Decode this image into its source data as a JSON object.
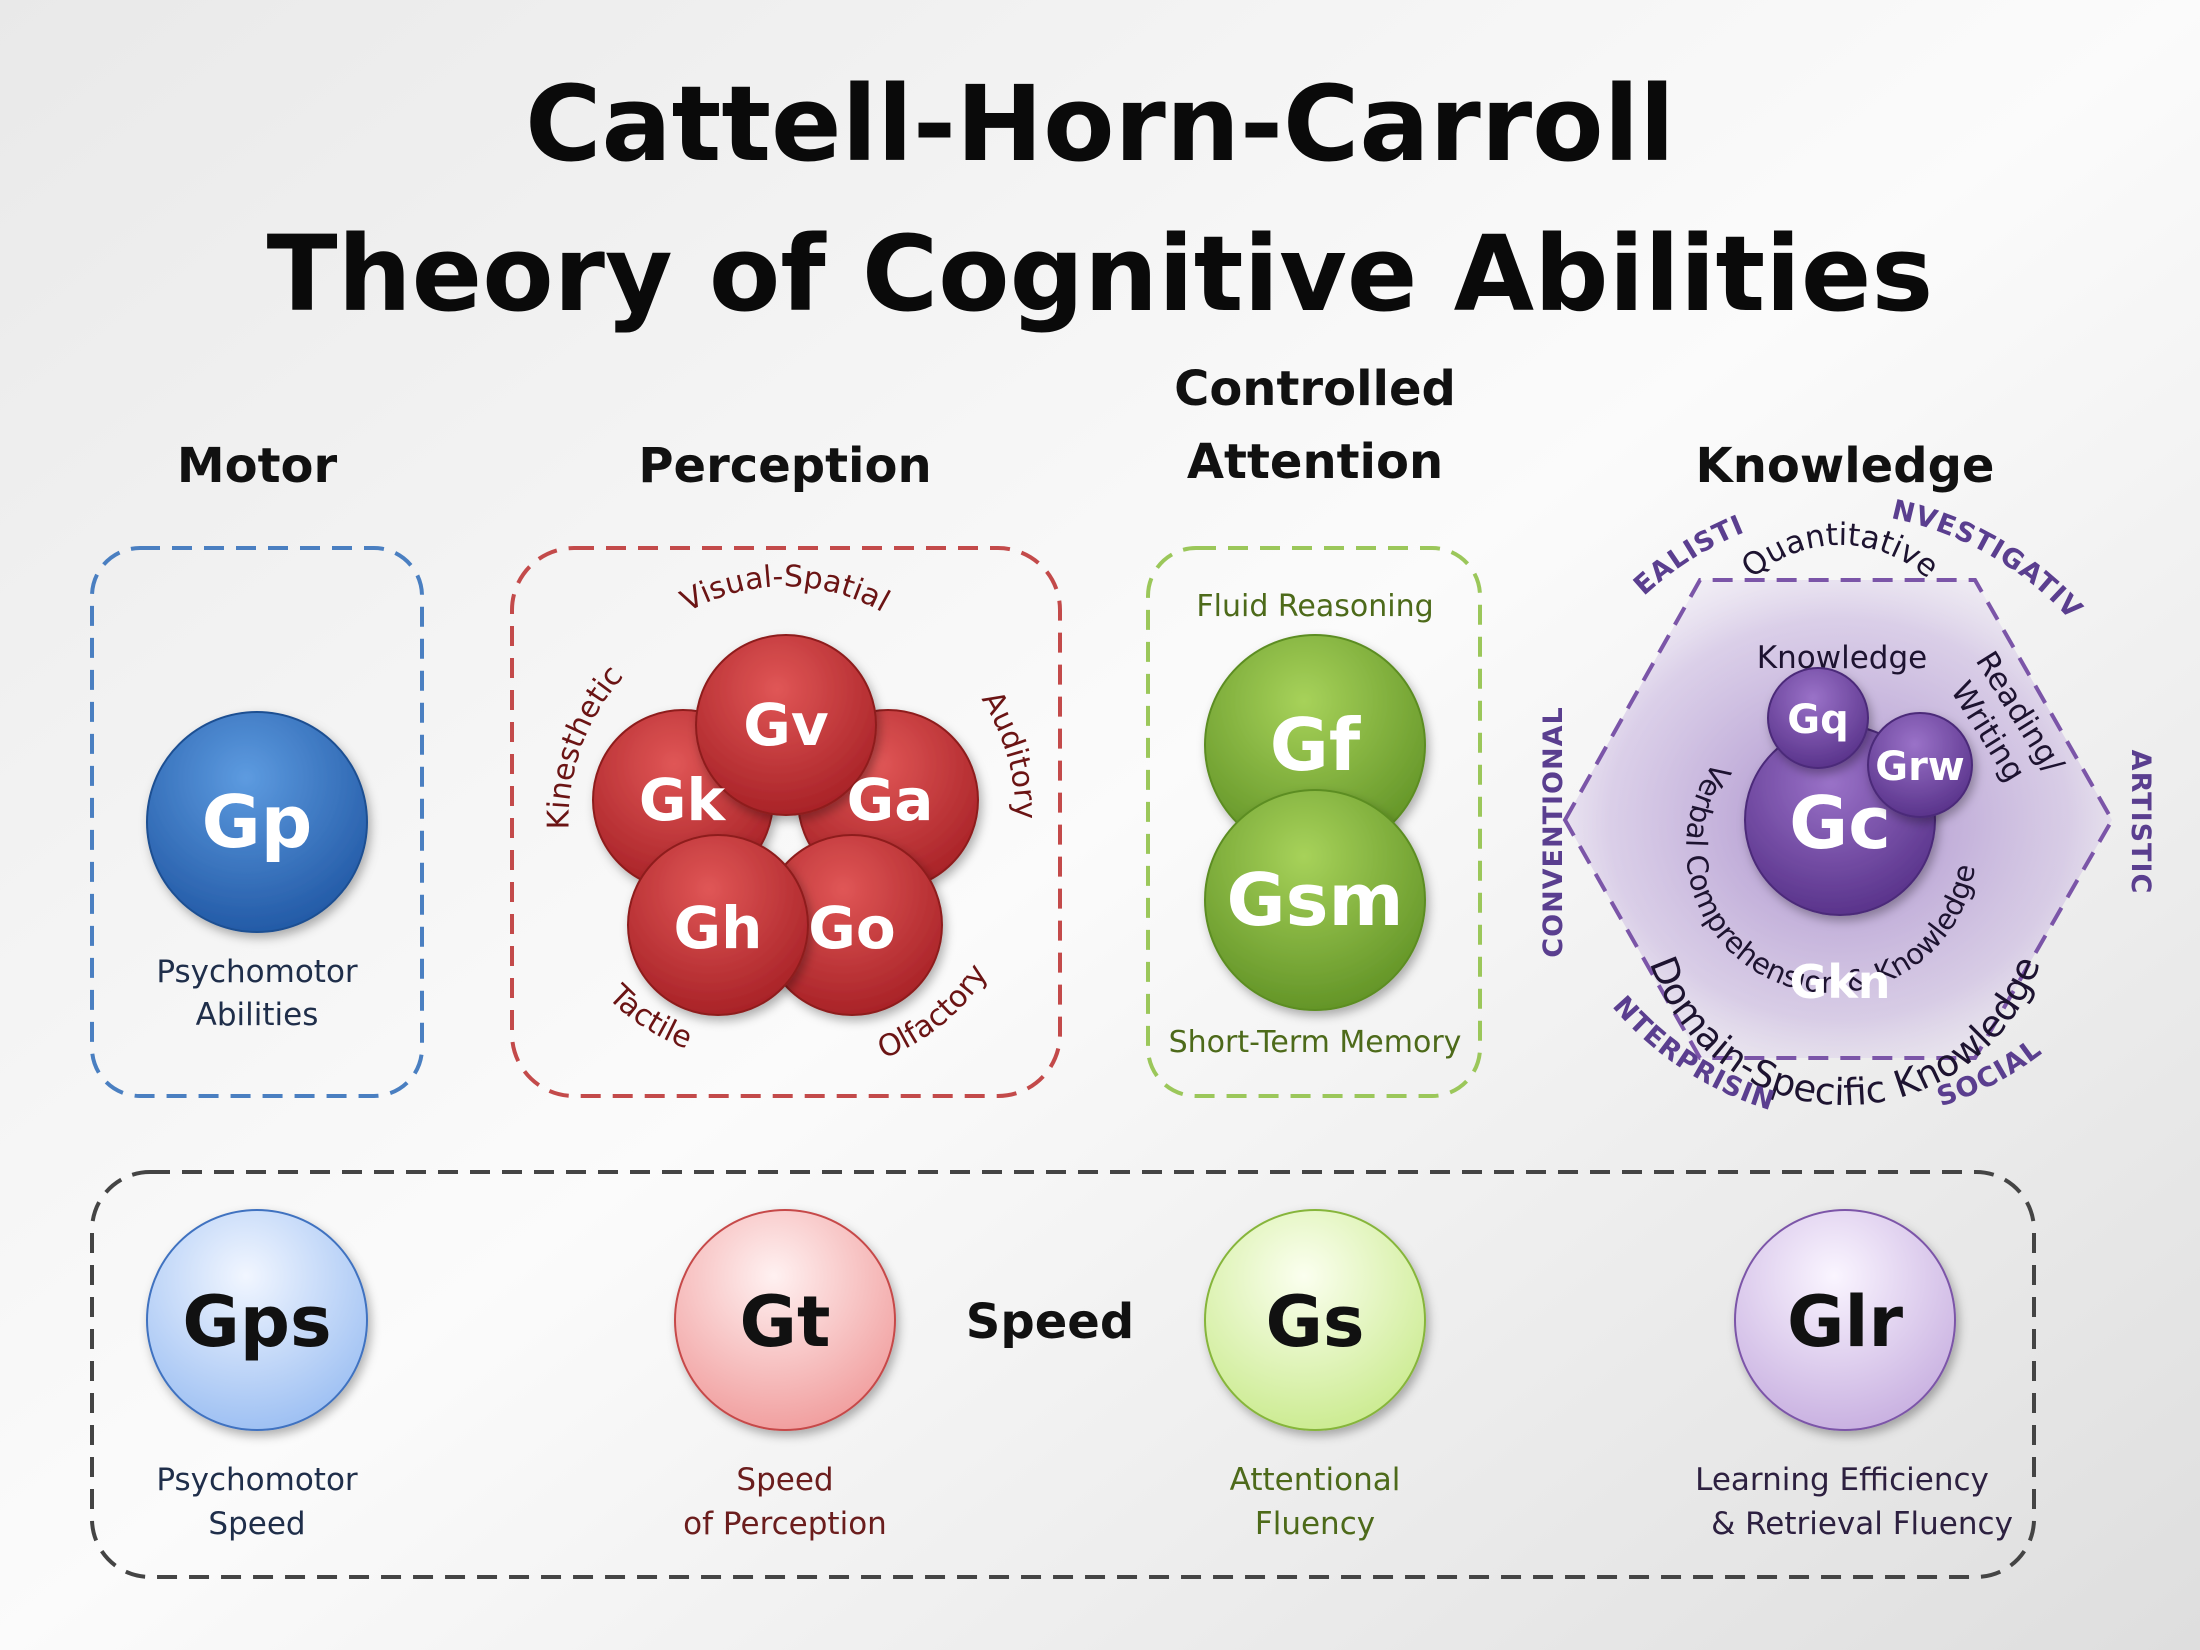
{
  "title": {
    "line1": "Cattell-Horn-Carroll",
    "line2": "Theory of Cognitive Abilities"
  },
  "sections": {
    "motor": "Motor",
    "perception": "Perception",
    "attention_line1": "Controlled",
    "attention_line2": "Attention",
    "knowledge": "Knowledge",
    "speed": "Speed"
  },
  "motor": {
    "abbr": "Gp",
    "caption_line1": "Psychomotor",
    "caption_line2": "Abilities"
  },
  "perception": {
    "circles": {
      "gv": "Gv",
      "gk": "Gk",
      "ga": "Ga",
      "gh": "Gh",
      "go": "Go"
    },
    "labels": {
      "visual_spatial": "Visual-Spatial",
      "kinesthetic": "Kinesthetic",
      "auditory": "Auditory",
      "tactile": "Tactile",
      "olfactory": "Olfactory"
    }
  },
  "attention": {
    "gf": "Gf",
    "gsm": "Gsm",
    "top_label": "Fluid Reasoning",
    "bottom_label": "Short-Term Memory"
  },
  "knowledge": {
    "gc": "Gc",
    "gq": "Gq",
    "grw": "Grw",
    "gkn": "Gkn",
    "quant_line1": "Quantitative",
    "quant_line2": "Knowledge",
    "reading_line1": "Reading/",
    "reading_line2": "Writing",
    "verbal": "Verbal Comprehension & Knowledge",
    "domain": "Domain-Specific Knowledge",
    "holland": {
      "realistic": "REALISTIC",
      "investigative": "INVESTIGATIVE",
      "artistic": "ARTISTIC",
      "social": "SOCIAL",
      "enterprising": "ENTERPRISING",
      "conventional": "CONVENTIONAL"
    }
  },
  "speed": {
    "gps": {
      "abbr": "Gps",
      "line1": "Psychomotor",
      "line2": "Speed"
    },
    "gt": {
      "abbr": "Gt",
      "line1": "Speed",
      "line2": "of Perception"
    },
    "gs": {
      "abbr": "Gs",
      "line1": "Attentional",
      "line2": "Fluency"
    },
    "glr": {
      "abbr": "Glr",
      "line1": "Learning Efficiency",
      "line2": "& Retrieval Fluency"
    }
  },
  "colors": {
    "motor": "#3b78c4",
    "perception": "#c23b3b",
    "attention": "#86b53a",
    "knowledge": "#7b55a8",
    "speed_border": "#444444"
  }
}
